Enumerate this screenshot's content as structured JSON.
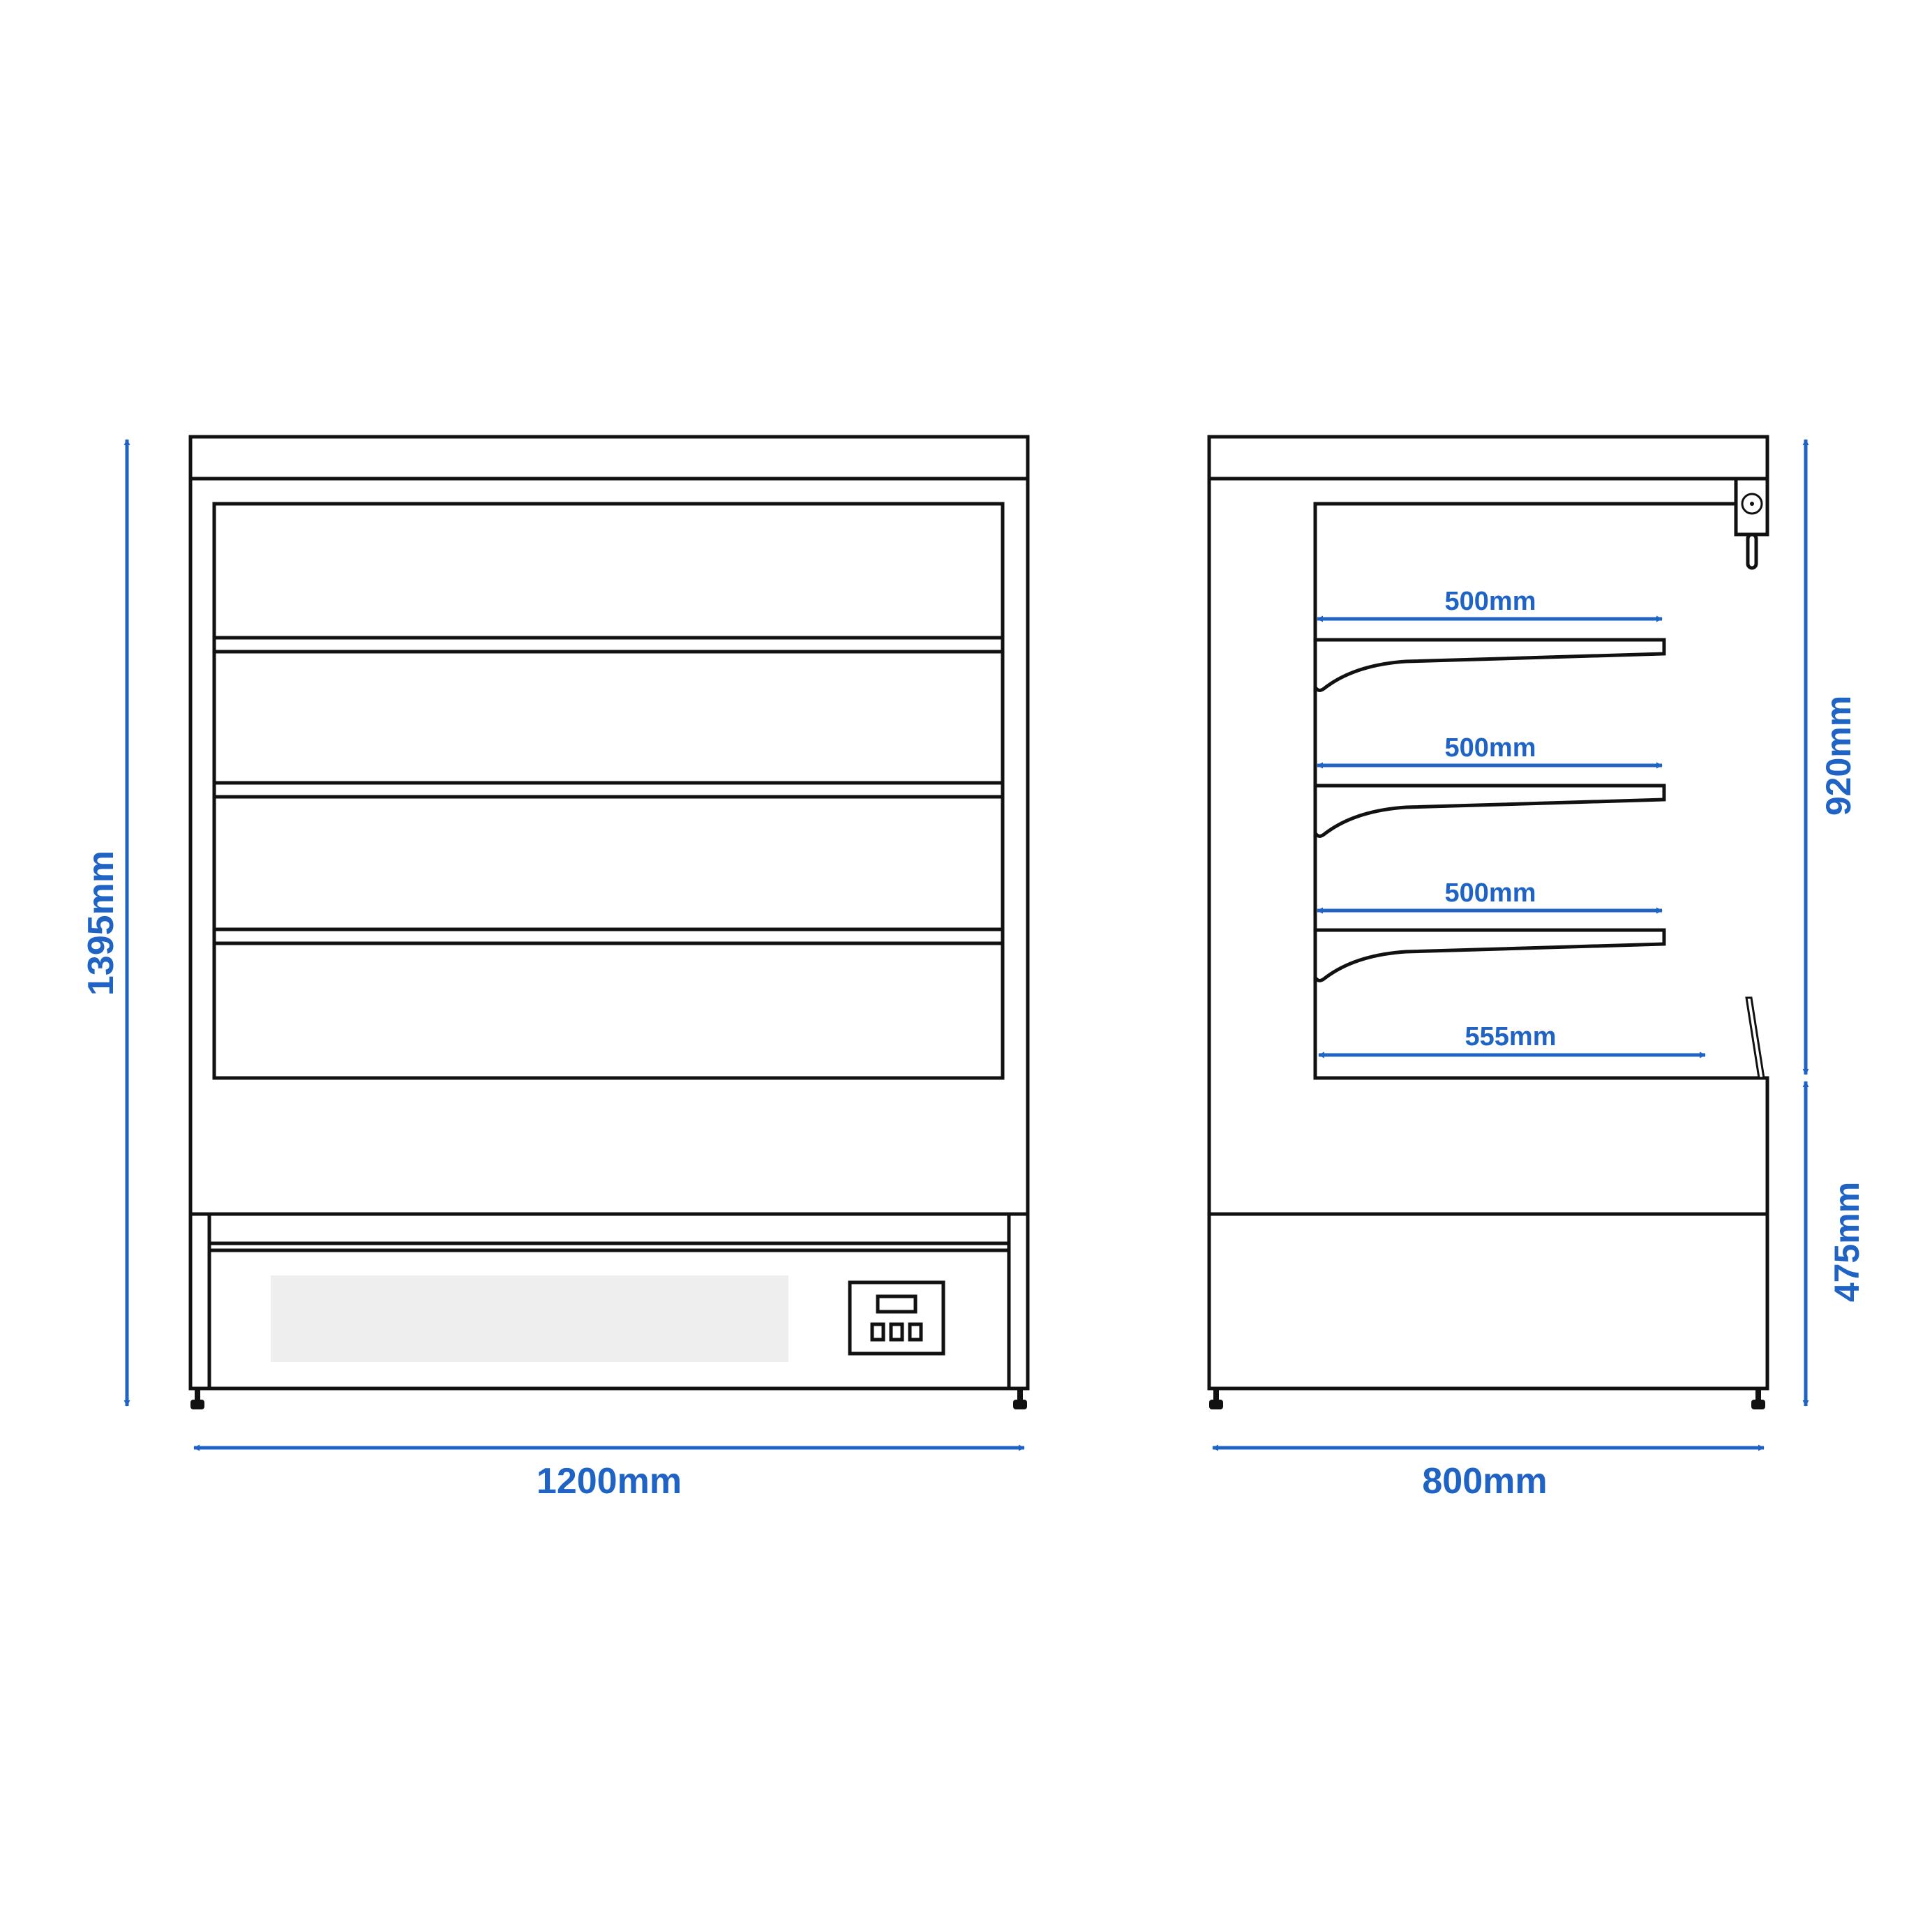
{
  "colors": {
    "dimension": "#1f63c4",
    "panel_gray": "#cccccc",
    "light_panel": "#eeeeee",
    "outline": "#111111",
    "background": "#ffffff"
  },
  "front_view": {
    "width_label": "1200mm",
    "height_label": "1395mm"
  },
  "side_view": {
    "depth_label": "800mm",
    "upper_height_label": "920mm",
    "lower_height_label": "475mm",
    "shelf_depths": [
      "500mm",
      "500mm",
      "500mm"
    ],
    "base_depth_label": "555mm"
  },
  "controller": {
    "icon": "control-panel-icon",
    "button_count": 3
  }
}
